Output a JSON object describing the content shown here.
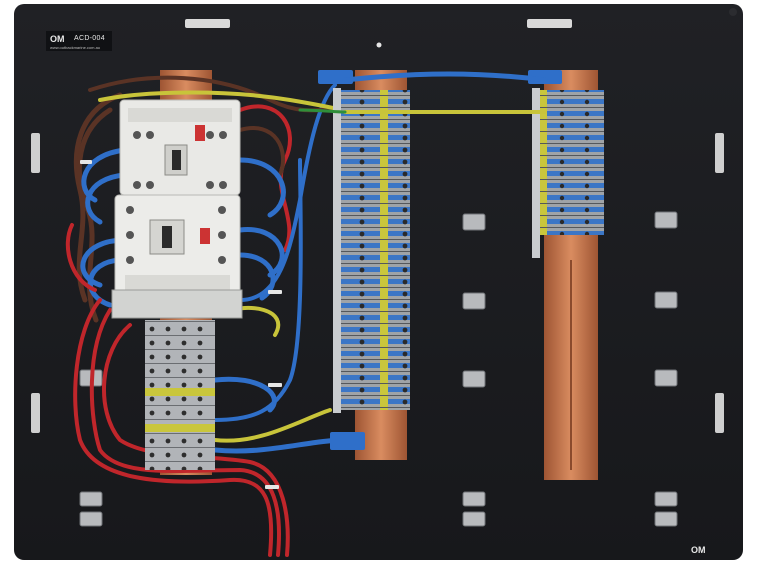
{
  "board": {
    "logo_text": "OM",
    "model_label": "ACD-004",
    "website": "www.outbackmarine.com.au",
    "corner_logo_text": "OM"
  },
  "colors": {
    "panel": "#1b1c1f",
    "din_rail": "#c77a52",
    "wire_blue": "#2f6fc9",
    "wire_red": "#c0262b",
    "wire_brown": "#5a3325",
    "wire_yellow_green": "#c8c43a",
    "terminal_grey": "#a6a9ad",
    "terminal_blue": "#3f78c8",
    "contactor_white": "#e9e9e6"
  }
}
